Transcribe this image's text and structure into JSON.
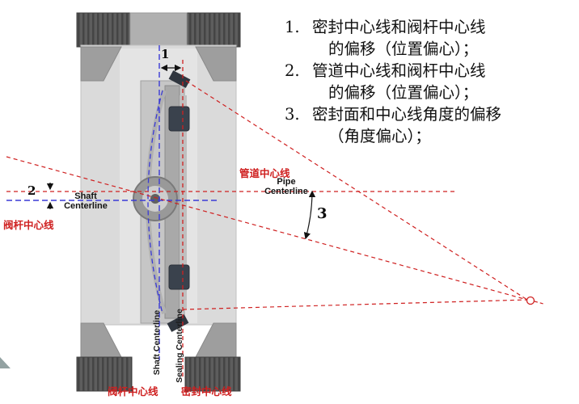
{
  "palette": {
    "red": "#cf2020",
    "blue": "#3a3ad6",
    "ink": "#111111"
  },
  "notes": {
    "items": [
      {
        "num": "1.",
        "lines": [
          "密封中心线和阀杆中心线",
          "的偏移（位置偏心）；"
        ]
      },
      {
        "num": "2.",
        "lines": [
          "管道中心线和阀杆中心线",
          "的偏移（位置偏心）；"
        ]
      },
      {
        "num": "3.",
        "lines": [
          "密封面和中心线角度的偏移",
          "（角度偏心）；"
        ]
      }
    ]
  },
  "diagram_labels": {
    "offset_marker_1": "1",
    "offset_marker_2": "2",
    "angle_marker_3": "3",
    "pipe_centerline_cn": "管道中心线",
    "pipe_centerline_en_line1": "Pipe",
    "pipe_centerline_en_line2": "Centerline",
    "shaft_centerline_en_line1": "Shaft",
    "shaft_centerline_en_line2": "Centerline",
    "shaft_centerline_cn_left": "阀杆中心线",
    "shaft_centerline_vertical": "Shaft Centerline",
    "sealing_centerline_vertical": "Sealing Centerline",
    "shaft_centerline_cn_bottom": "阀杆中心线",
    "sealing_centerline_cn_bottom": "密封中心线"
  }
}
